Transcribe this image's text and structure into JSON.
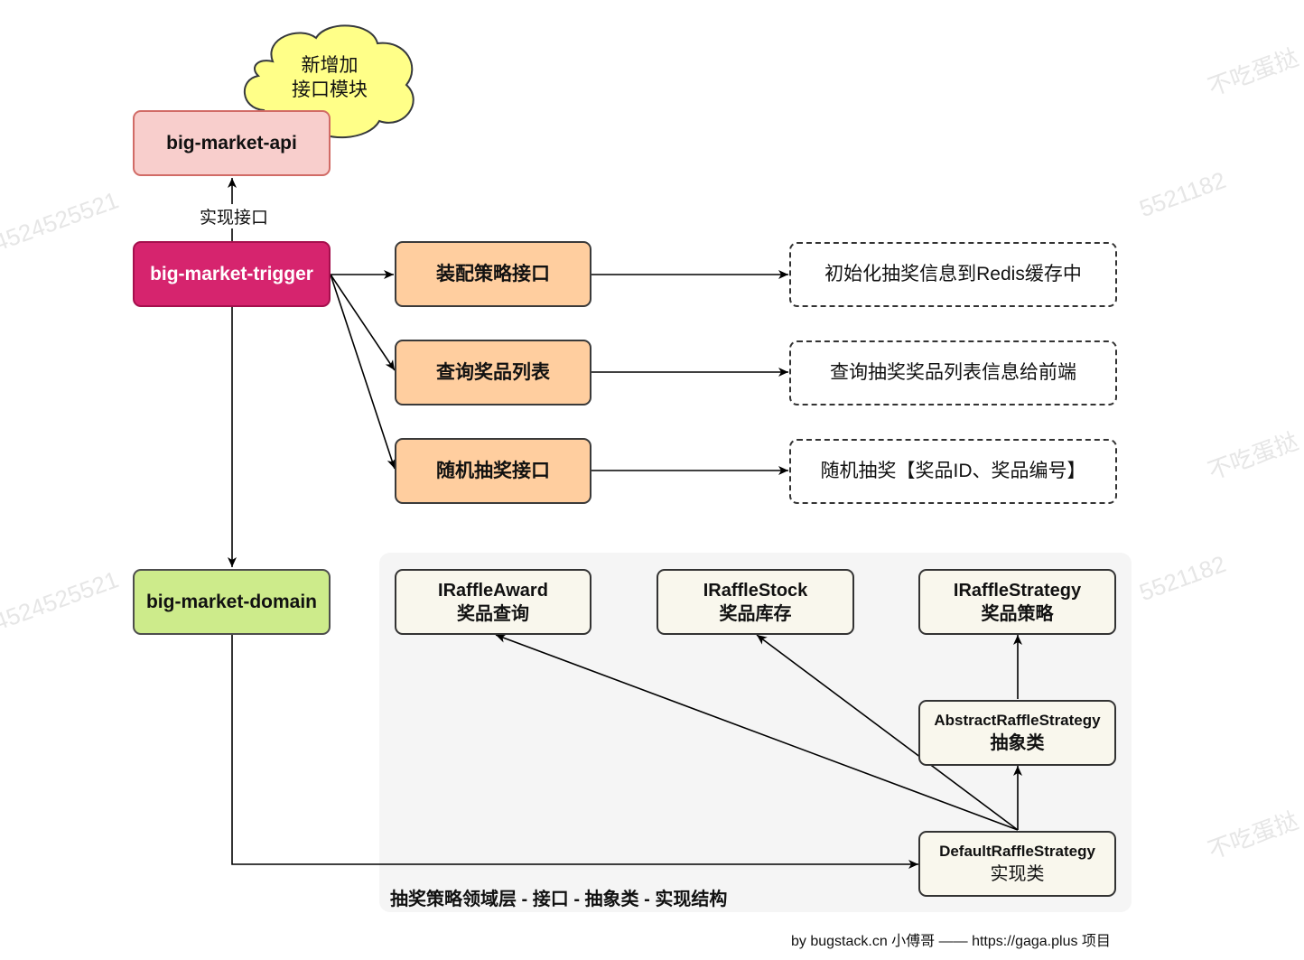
{
  "cloud": {
    "line1": "新增加",
    "line2": "接口模块",
    "fill": "#ffff88",
    "stroke": "#36393d"
  },
  "nodes": {
    "api": "big-market-api",
    "trigger": "big-market-trigger",
    "domain": "big-market-domain",
    "assemble": "装配策略接口",
    "query_list": "查询奖品列表",
    "random_raffle": "随机抽奖接口"
  },
  "descriptions": {
    "assemble": "初始化抽奖信息到Redis缓存中",
    "query_list": "查询抽奖奖品列表信息给前端",
    "random_raffle": "随机抽奖【奖品ID、奖品编号】"
  },
  "edge_labels": {
    "implements": "实现接口"
  },
  "domain_classes": {
    "award": {
      "name": "IRaffleAward",
      "desc": "奖品查询"
    },
    "stock": {
      "name": "IRaffleStock",
      "desc": "奖品库存"
    },
    "strategy": {
      "name": "IRaffleStrategy",
      "desc": "奖品策略"
    },
    "abstract": {
      "name": "AbstractRaffleStrategy",
      "desc": "抽象类"
    },
    "default": {
      "name": "DefaultRaffleStrategy",
      "desc": "实现类"
    }
  },
  "region_label": "抽奖策略领域层 - 接口 - 抽象类 - 实现结构",
  "footer": "by bugstack.cn 小傅哥 —— https://gaga.plus 项目",
  "watermarks": [
    "不吃蛋挞",
    "5521182",
    "4524525521"
  ],
  "colors": {
    "api_fill": "#f8cecc",
    "trigger_fill": "#d6246e",
    "domain_fill": "#cdeb8b",
    "interface_fill": "#ffce9f",
    "class_fill": "#f9f7ed",
    "region_fill": "#f5f5f5"
  }
}
